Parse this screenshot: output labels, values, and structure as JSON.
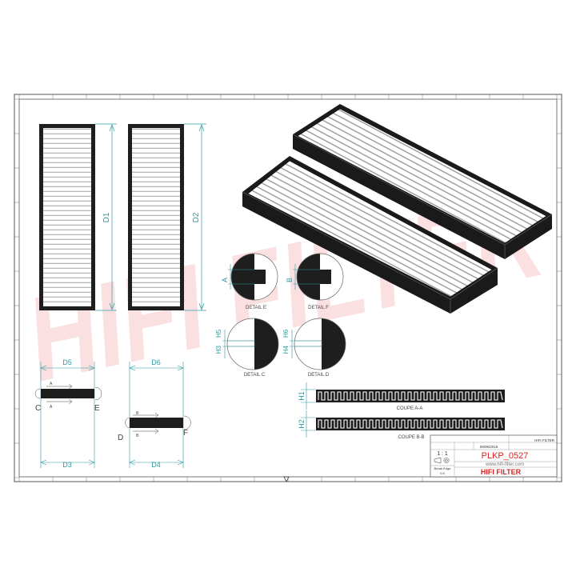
{
  "watermark": {
    "text": "HIFI FILTER",
    "color": "#e8464e"
  },
  "dimensions": {
    "d1": "D1",
    "d2": "D2",
    "d3": "D3",
    "d4": "D4",
    "d5": "D5",
    "d6": "D6",
    "h1": "H1",
    "h2": "H2",
    "h3": "H3",
    "h4": "H4",
    "h5": "H5",
    "h6": "H6"
  },
  "section_markers": {
    "a": "A",
    "b": "B",
    "c": "C",
    "d": "D",
    "e": "E",
    "f": "F"
  },
  "details": {
    "detail_e": "DETAIL E",
    "detail_f": "DETAIL F",
    "detail_c": "DETAIL C",
    "detail_d": "DETAIL D"
  },
  "sections": {
    "coupe_aa": "COUPE A-A",
    "coupe_bb": "COUPE B-B"
  },
  "title_block": {
    "date": "09/06/2016",
    "model": "HIFI FILTER",
    "scale": "1 : 1",
    "break_edge": "Break Edge",
    "break_edge_value": "0.5",
    "part_number": "PLKP_0527",
    "website": "www.hifi-filter.com",
    "brand": "HIFI FILTER"
  },
  "colors": {
    "dimension": "#2a9aa0",
    "brand": "#e02020",
    "frame": "#444444",
    "body": "#222222"
  }
}
